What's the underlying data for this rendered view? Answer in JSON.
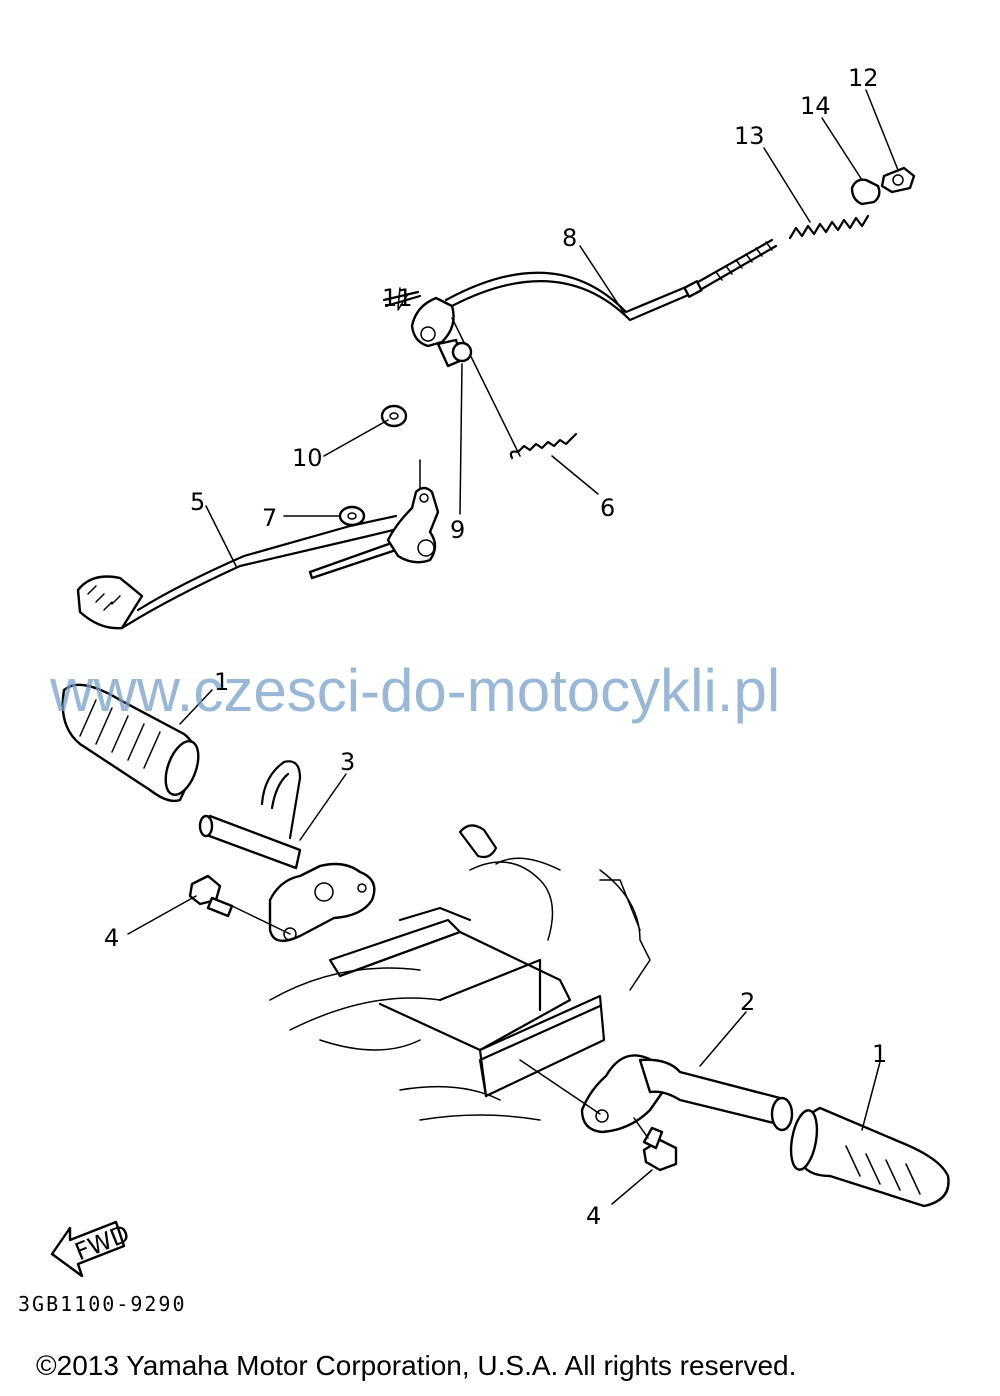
{
  "diagram": {
    "callouts": [
      {
        "id": "12",
        "label": "12"
      },
      {
        "id": "14",
        "label": "14"
      },
      {
        "id": "13",
        "label": "13"
      },
      {
        "id": "8",
        "label": "8"
      },
      {
        "id": "11",
        "label": "11"
      },
      {
        "id": "10",
        "label": "10"
      },
      {
        "id": "6",
        "label": "6"
      },
      {
        "id": "9",
        "label": "9"
      },
      {
        "id": "7",
        "label": "7"
      },
      {
        "id": "5",
        "label": "5"
      },
      {
        "id": "1a",
        "label": "1"
      },
      {
        "id": "3",
        "label": "3"
      },
      {
        "id": "4a",
        "label": "4"
      },
      {
        "id": "2",
        "label": "2"
      },
      {
        "id": "1b",
        "label": "1"
      },
      {
        "id": "4b",
        "label": "4"
      }
    ],
    "fwd_label": "FWD",
    "diagram_code": "3GB1100-9290"
  },
  "watermark": "www.czesci-do-motocykli.pl",
  "copyright": "©2013 Yamaha Motor Corporation, U.S.A. All rights reserved."
}
